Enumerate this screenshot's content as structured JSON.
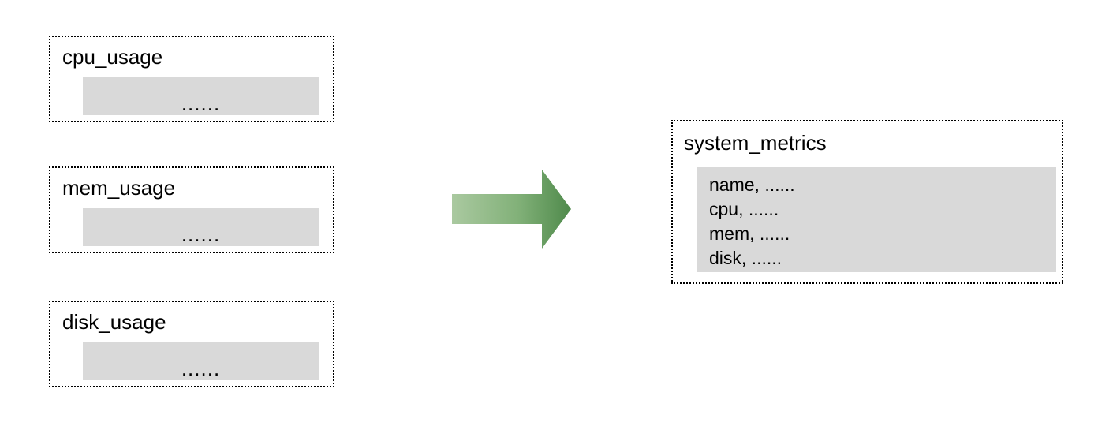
{
  "diagram": {
    "type": "flow",
    "direction": "left-to-right",
    "description": "Three separate usage metric tables are merged into one combined system_metrics table",
    "sources": [
      {
        "title": "cpu_usage",
        "body": "......"
      },
      {
        "title": "mem_usage",
        "body": "......"
      },
      {
        "title": "disk_usage",
        "body": "......"
      }
    ],
    "connector": {
      "icon": "right-arrow-icon",
      "gradient_start": "#aac9a0",
      "gradient_end": "#4f8a4b"
    },
    "target": {
      "title": "system_metrics",
      "fields": [
        "name, ......",
        "cpu, ......",
        "mem, ......",
        "disk, ......"
      ]
    },
    "colors": {
      "panel_fill": "#d9d9d9",
      "border": "#000000",
      "background": "#ffffff"
    }
  }
}
